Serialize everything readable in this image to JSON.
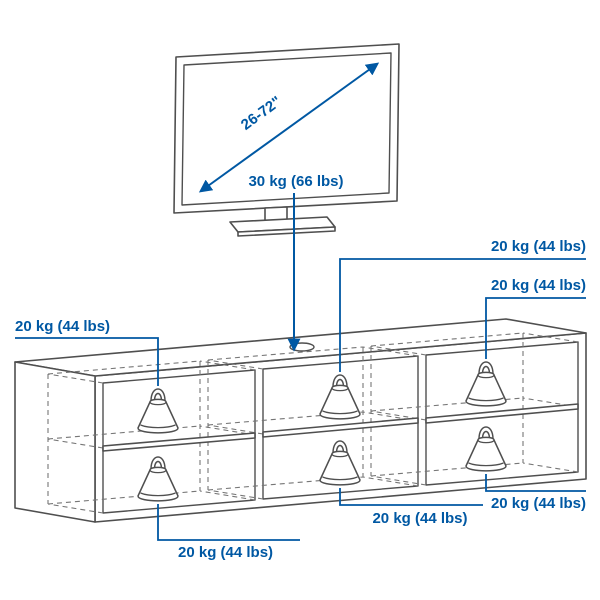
{
  "tv": {
    "diagonal_label": "26-72\"",
    "max_load_label": "30 kg (66 lbs)"
  },
  "bench_load_labels": {
    "top_left": "20 kg (44 lbs)",
    "upper_right_first": "20 kg (44 lbs)",
    "upper_right_second": "20 kg (44 lbs)",
    "lower_right": "20 kg (44 lbs)",
    "lower_center": "20 kg (44 lbs)",
    "lower_left": "20 kg (44 lbs)"
  },
  "colors": {
    "accent": "#0058a3",
    "outline": "#4f4f4f",
    "background": "#ffffff"
  },
  "icons": {
    "weight": "weight-icon",
    "arrow": "measurement-arrow-icon"
  }
}
